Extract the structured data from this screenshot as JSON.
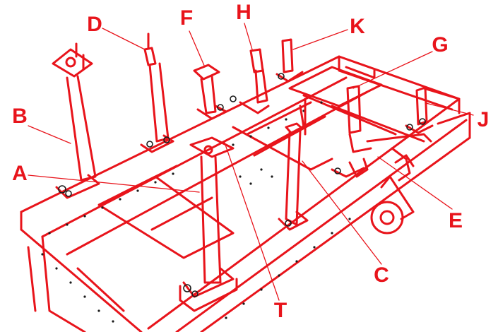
{
  "colors": {
    "accent": "#e8141b",
    "background": "#ffffff",
    "detail": "#1a1a1a"
  },
  "labels": {
    "A": "A",
    "B": "B",
    "C": "C",
    "D": "D",
    "E": "E",
    "F": "F",
    "G": "G",
    "H": "H",
    "J": "J",
    "K": "K",
    "T": "T"
  }
}
